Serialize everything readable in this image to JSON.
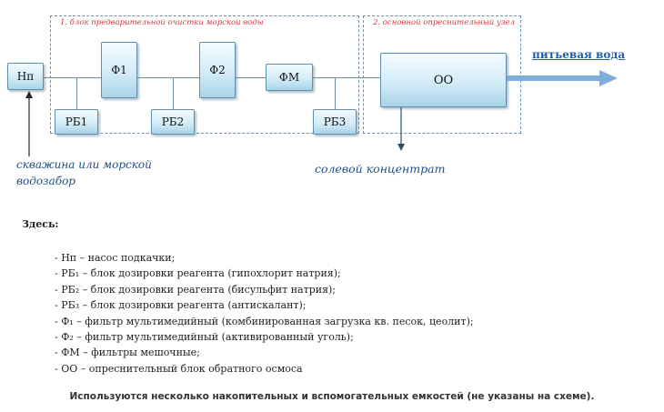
{
  "diagram": {
    "section1_caption": "1. блок предварительной очистки морской воды",
    "section2_caption": "2. основной опреснительный узел",
    "nodes": {
      "np": "Нп",
      "f1": "Ф1",
      "f2": "Ф2",
      "fm": "ФМ",
      "oo": "ОО",
      "rb1": "РБ1",
      "rb2": "РБ2",
      "rb3": "РБ3"
    },
    "input_label_line1": "скважина или морской",
    "input_label_line2": "водозабор",
    "concentrate_label": "солевой концентрат",
    "output_label": "питьевая вода",
    "colors": {
      "node_border": "#5c8fb0",
      "node_fill": "#d3ecf7",
      "dash_border": "#6c8fb3",
      "caption": "#d23a3a",
      "output_arrow": "#7eaedb",
      "label": "#1f4f86"
    }
  },
  "legend": {
    "title": "Здесь:",
    "items": [
      "- Нп – насос подкачки;",
      "- РБ₁ – блок дозировки реагента (гипохлорит натрия);",
      "- РБ₂ – блок дозировки реагента (бисульфит натрия);",
      "- РБ₃ – блок дозировки реагента (антискалант);",
      "- Ф₁ – фильтр мультимедийный (комбинированная загрузка кв. песок, цеолит);",
      "- Ф₂ – фильтр мультимедийный (активированный уголь);",
      "- ФМ – фильтры мешочные;",
      "- ОО – опреснительный блок обратного осмоса"
    ]
  },
  "footnote": "Используются несколько накопительных и вспомогательных емкостей (не указаны на схеме)."
}
